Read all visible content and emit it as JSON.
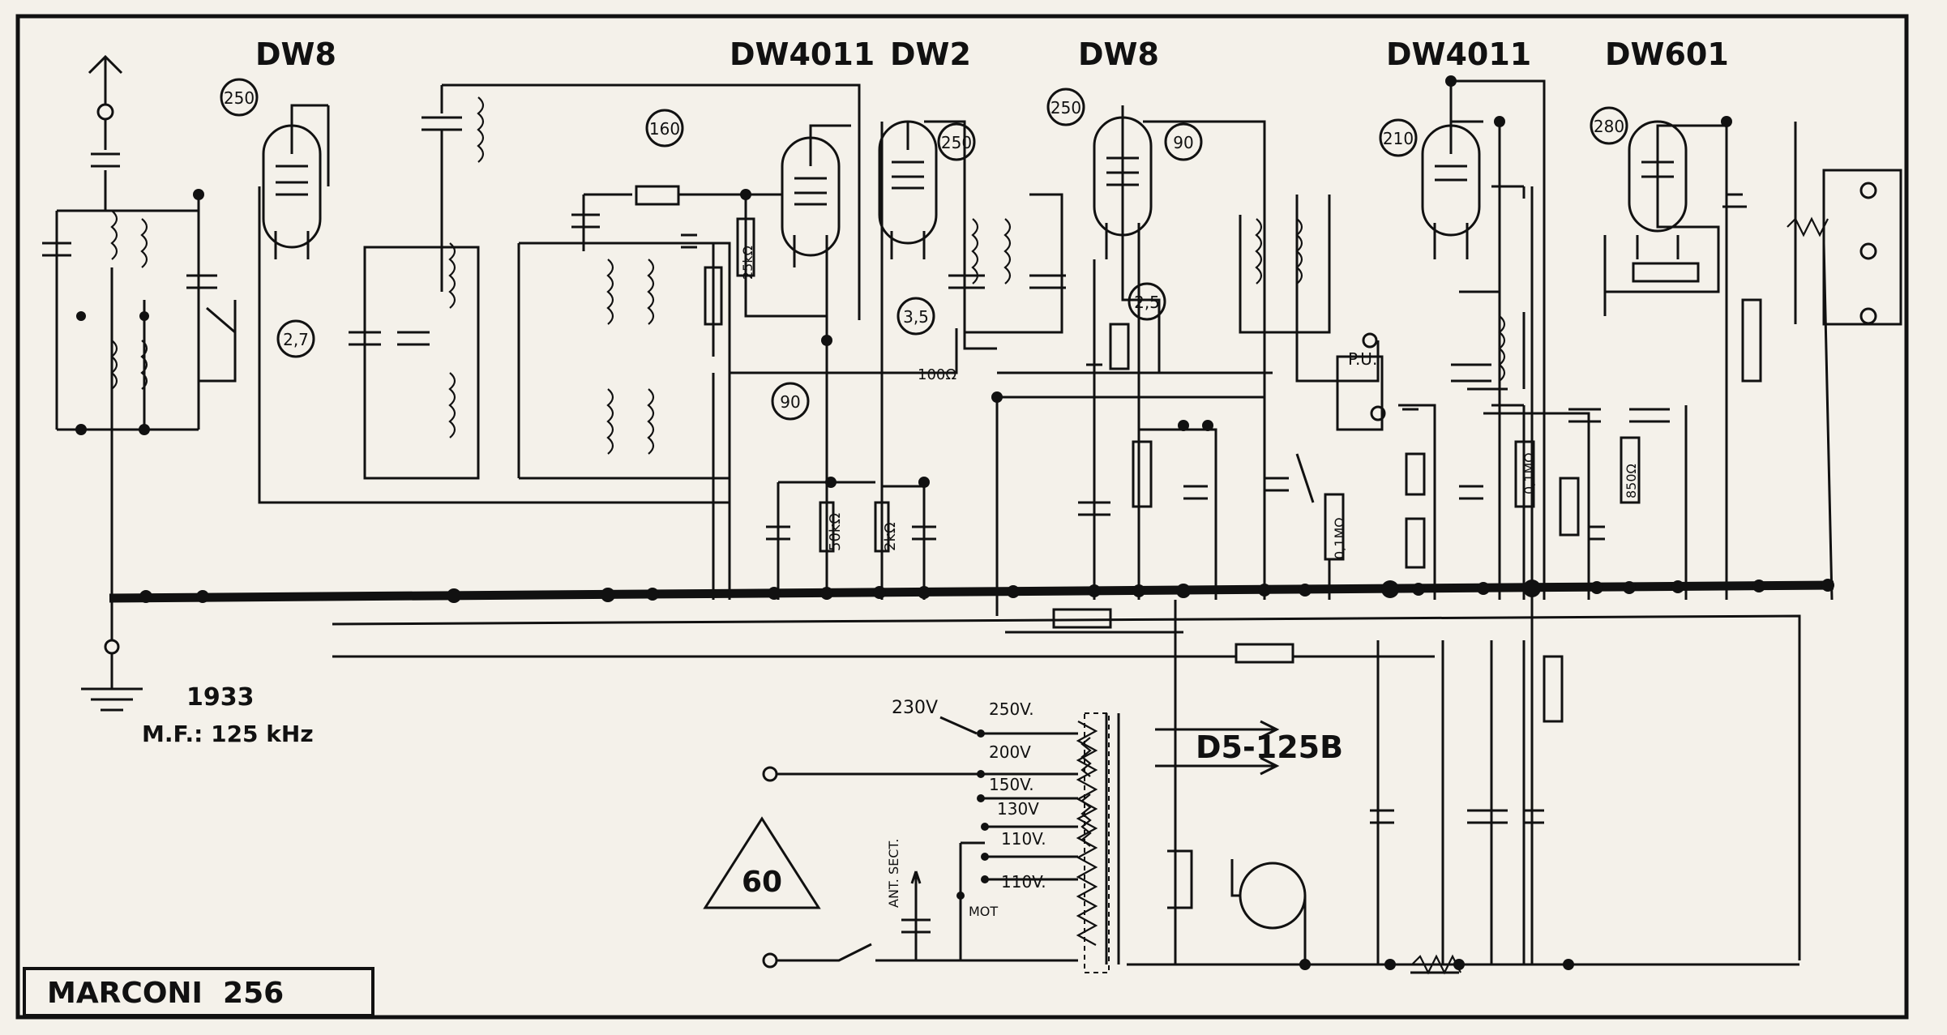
{
  "tubes": [
    "DW8",
    "DW4011",
    "DW2",
    "DW8",
    "DW4011",
    "DW601"
  ],
  "voltages": {
    "v1": "250",
    "v2": "160",
    "v3": "250",
    "v4": "250",
    "v5": "90",
    "v6": "210",
    "v7": "280",
    "v8": "2,7",
    "v9": "3,5",
    "v10": "2,5",
    "v11": "90"
  },
  "values": {
    "r_feedback": "100Ω",
    "r_grid": "25kΩ",
    "r_cath1": "50kΩ",
    "r_cath2": "2kΩ",
    "r_vol1": "0,1MΩ",
    "r_vol2": "0,1MΩ",
    "r_out": "850Ω",
    "pu": "P.U."
  },
  "info": {
    "year": "1933",
    "mf": "M.F.: 125 kHz"
  },
  "rectifier": "D5-125B",
  "mains": {
    "input": "230V",
    "taps": [
      "250V.",
      "200V",
      "150V.",
      "130V",
      "110V.",
      "110V."
    ],
    "ant_sect": "ANT. SECT.",
    "mot": "MOT"
  },
  "badge": "60",
  "title": "MARCONI  256"
}
